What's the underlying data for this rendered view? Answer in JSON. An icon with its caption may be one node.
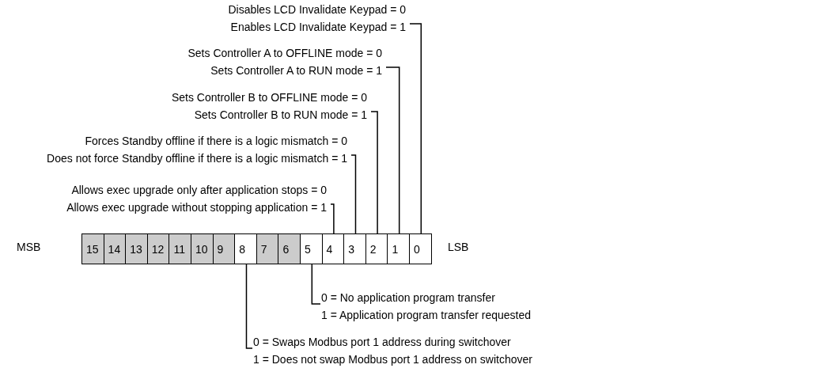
{
  "diagram": {
    "nodes": [
      {
        "text": [
          "Disables LCD Invalidate Keypad = 0",
          "Enables LCD Invalidate Keypad = 1"
        ]
      },
      {
        "text": [
          "Sets Controller A to OFFLINE mode = 0",
          "Sets Controller A to RUN mode = 1"
        ]
      },
      {
        "text": [
          "Sets Controller B to OFFLINE mode = 0",
          "Sets Controller B to RUN mode = 1"
        ]
      },
      {
        "text": [
          "Forces Standby offline if there is a logic mismatch = 0",
          "Does not force Standby offline if there is a logic mismatch = 1"
        ]
      },
      {
        "text": [
          "Allows exec upgrade only after application stops = 0",
          "Allows exec upgrade without stopping application = 1"
        ]
      },
      {
        "text": [
          "15"
        ]
      },
      {
        "text": [
          "14"
        ]
      },
      {
        "text": [
          "13"
        ]
      },
      {
        "text": [
          "12"
        ]
      },
      {
        "text": [
          "11"
        ]
      },
      {
        "text": [
          "10"
        ]
      },
      {
        "text": [
          "9"
        ]
      },
      {
        "text": [
          "8"
        ]
      },
      {
        "text": [
          "7"
        ]
      },
      {
        "text": [
          "6"
        ]
      },
      {
        "text": [
          "5"
        ]
      },
      {
        "text": [
          "4"
        ]
      },
      {
        "text": [
          "3"
        ]
      },
      {
        "text": [
          "2"
        ]
      },
      {
        "text": [
          "1"
        ]
      },
      {
        "text": [
          "0"
        ]
      },
      {
        "text": [
          "0 = No application program transfer",
          "1 = Application program transfer requested"
        ]
      },
      {
        "text": [
          "0 = Swaps Modbus port 1 address during switchover",
          "1 = Does not swap Modbus port 1 address on switchover"
        ]
      }
    ],
    "edges": [
      {
        "from": 0,
        "to": 20,
        "arrow": "none"
      },
      {
        "from": 1,
        "to": 19,
        "arrow": "none"
      },
      {
        "from": 2,
        "to": 18,
        "arrow": "none"
      },
      {
        "from": 3,
        "to": 17,
        "arrow": "none"
      },
      {
        "from": 4,
        "to": 16,
        "arrow": "none"
      },
      {
        "from": 15,
        "to": 21,
        "arrow": "none"
      },
      {
        "from": 12,
        "to": 22,
        "arrow": "none"
      }
    ],
    "labels": [
      "MSB",
      "LSB"
    ]
  }
}
